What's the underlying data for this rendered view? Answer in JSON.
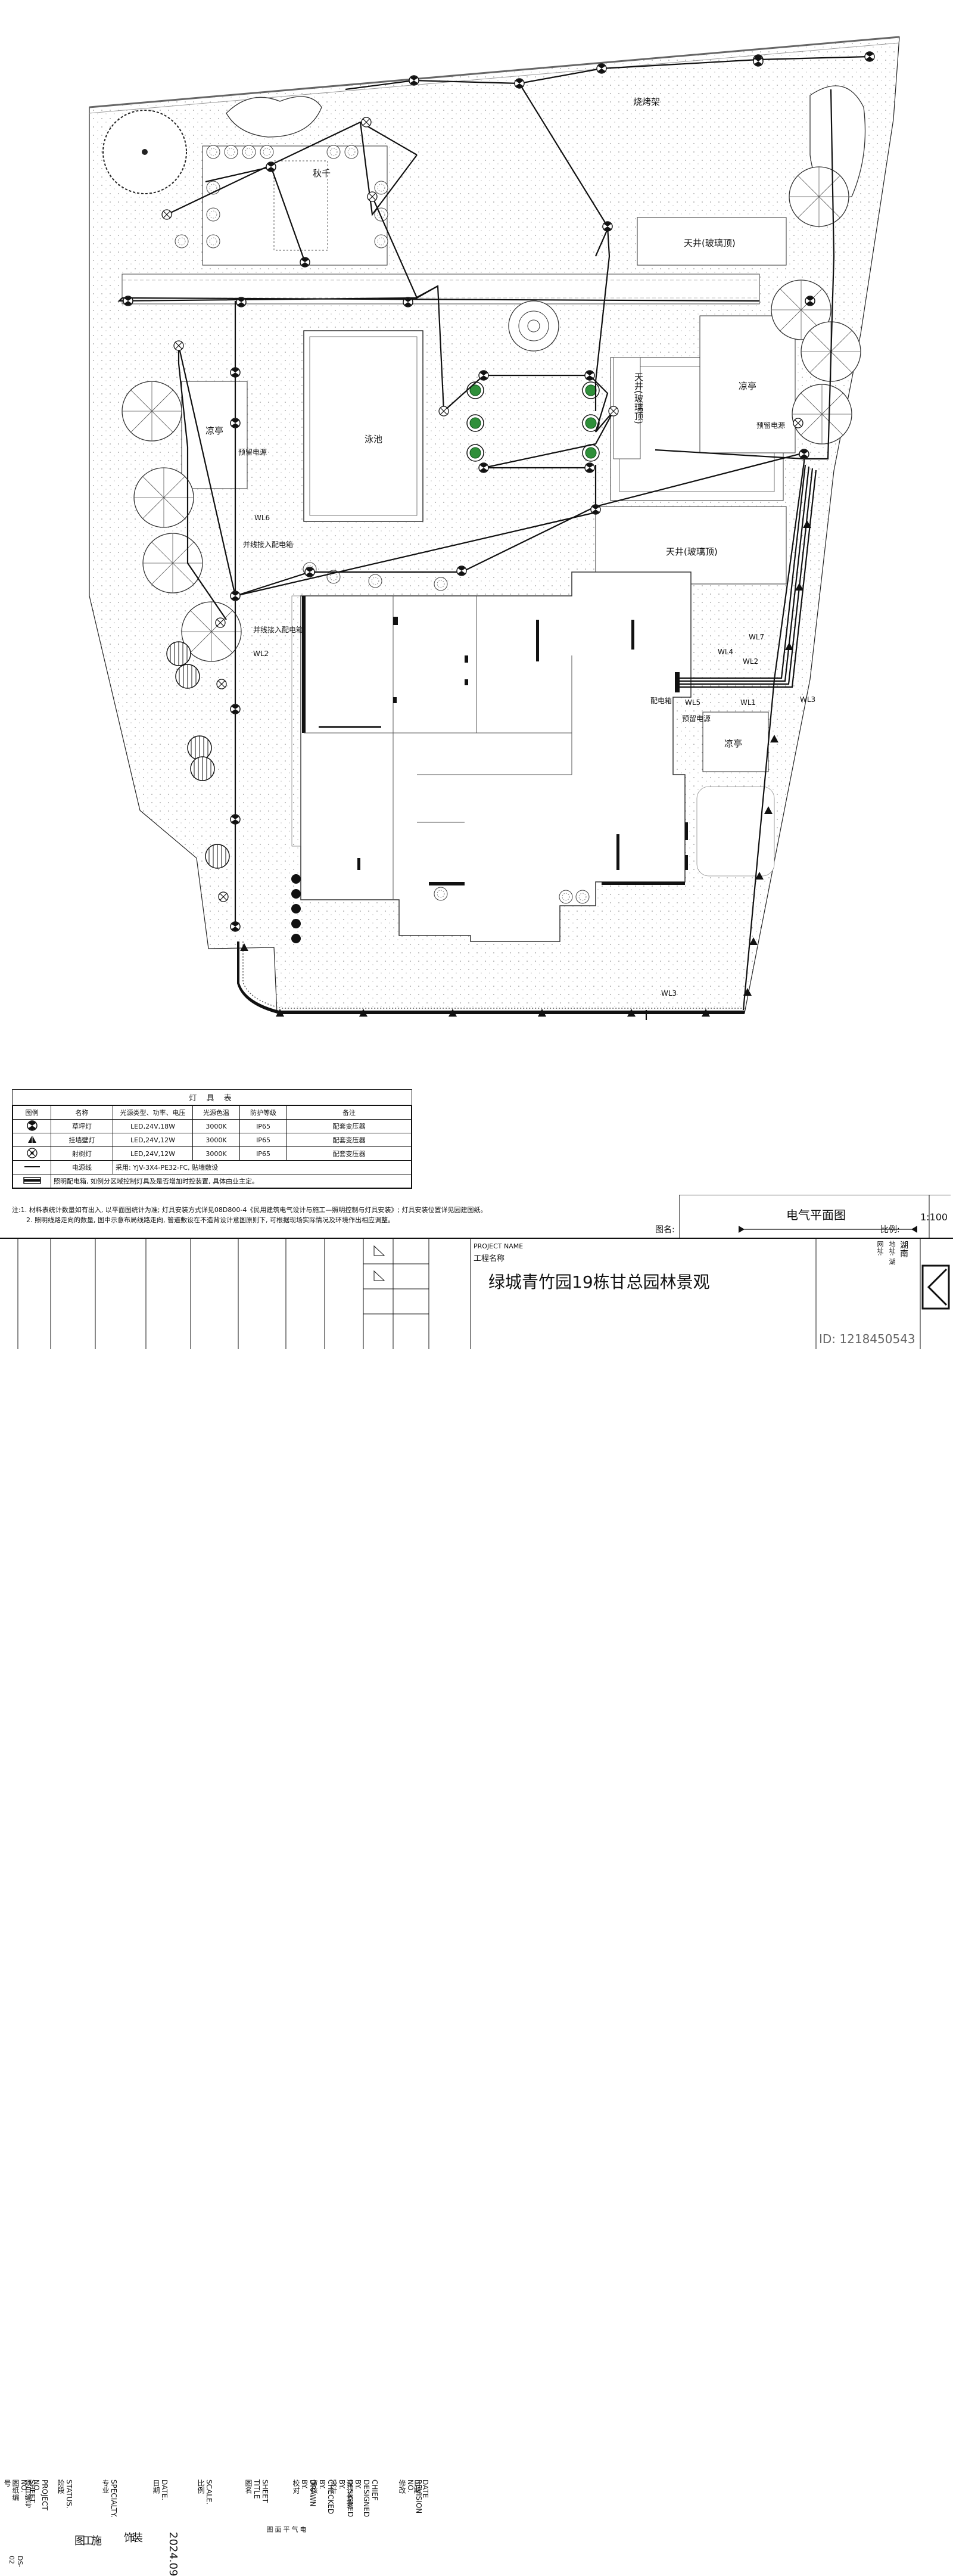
{
  "plan": {
    "areas": {
      "bbq": "烧烤架",
      "swing": "秋千",
      "skylight_1": "天井(玻璃顶)",
      "skylight_2": "天井(玻璃顶)",
      "skylight_3": "天井(玻璃顶)",
      "pavilion_left": "凉亭",
      "pavilion_right": "凉亭",
      "pavilion_bottom": "凉亭",
      "pool": "泳池"
    },
    "callouts": {
      "reserve_power_1": "预留电源",
      "reserve_power_2": "预留电源",
      "reserve_power_3": "预留电源",
      "parallel_1": "并线接入配电箱",
      "parallel_2": "并线接入配电箱",
      "distribution_box": "配电箱",
      "wl1": "WL1",
      "wl2": "WL2",
      "wl2b": "WL2",
      "wl3": "WL3",
      "wl3b": "WL3",
      "wl4": "WL4",
      "wl5": "WL5",
      "wl6": "WL6",
      "wl7": "WL7"
    }
  },
  "legend": {
    "title": "灯 具 表",
    "headers": [
      "图例",
      "名称",
      "光源类型、功率、电压",
      "光源色温",
      "防护等级",
      "备注"
    ],
    "rows": [
      {
        "name": "草坪灯",
        "source": "LED,24V,18W",
        "temp": "3000K",
        "ip": "IP65",
        "note": "配套变压器"
      },
      {
        "name": "挂墙壁灯",
        "source": "LED,24V,12W",
        "temp": "3000K",
        "ip": "IP65",
        "note": "配套变压器"
      },
      {
        "name": "射树灯",
        "source": "LED,24V,12W",
        "temp": "3000K",
        "ip": "IP65",
        "note": "配套变压器"
      }
    ],
    "cable": {
      "name": "电源线",
      "desc": "采用: YJV-3X4-PE32-FC, 贴墙敷设"
    },
    "box_desc": "照明配电箱, 如例分区域控制灯具及是否增加时控装置, 具体由业主定。"
  },
  "notes": [
    "注:1. 材料表统计数量如有出入, 以平面图统计为准; 灯具安装方式详见08D800-4《民用建筑电气设计与施工—照明控制与灯具安装》; 灯具安装位置详见园建图纸。",
    "2. 照明线路走向的数量, 图中示意布局线路走向, 管道敷设在不造背设计意图原则下, 可根据现场实际情况及环境作出相应调整。"
  ],
  "titleblock": {
    "drawing_name_label": "图名:",
    "drawing_name": "电气平面图",
    "scale_label": "比例:",
    "scale": "1:100",
    "project_name_en": "PROJECT NAME",
    "project_name_cn": "工程名称",
    "project": "绿城青竹园19栋甘总园林景观",
    "revision_en": "REVISION NO.",
    "revision_cn": "修改",
    "date_en": "DATE",
    "date_cn": "日期",
    "chief_en": "CHIEF DESIGNED BY.",
    "chief_cn": "设计负责",
    "designed_en": "DESIGNED BY.",
    "designed_cn": "设计",
    "checked_en": "CHECKED BY.",
    "checked_cn": "审核",
    "drawn_en": "DRAWN BY.",
    "drawn_cn": "校对",
    "sheet_title_en": "SHEET TITLE",
    "sheet_title_cn": "图名",
    "sheet_title": "电气平面图",
    "scale2_en": "SCALE.",
    "scale2_cn": "比例",
    "date2_en": "DATE.",
    "date2_cn": "日期",
    "date2": "2024.09",
    "specialty_en": "SPECIALTY.",
    "specialty_cn": "专业",
    "specialty": "装饰",
    "status_en": "STATUS.",
    "status_cn": "阶段",
    "status": "施工图",
    "project_no_en": "PROJECT NO.",
    "project_no_cn": "项目编号",
    "sheet_no_en": "SHEET NO.",
    "sheet_no_cn": "图纸编号",
    "sheet_no": "DS-02",
    "company_line1": "湖南",
    "company_addr": "地址: 湖",
    "company_web": "网址:",
    "id_label": "ID: 1218450543"
  }
}
